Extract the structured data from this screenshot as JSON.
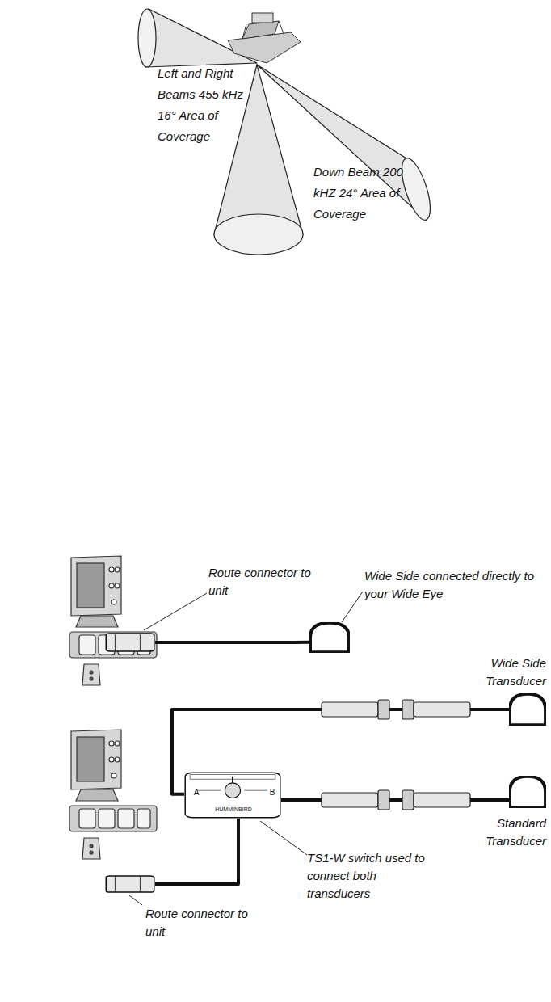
{
  "diagram": {
    "nodes": [
      {
        "text": [
          "Route connector to unit"
        ]
      },
      {
        "text": [
          "Wide Side connected directly to your Wide Eye"
        ]
      },
      {
        "text": [
          "Wide Side Transducer"
        ]
      },
      {
        "text": [
          "Standard Transducer"
        ]
      },
      {
        "text": [
          "TS1-W switch used to connect both transducers"
        ]
      },
      {
        "text": [
          "Route connector to unit"
        ]
      }
    ],
    "edges": [
      {
        "from": 0,
        "to": 1,
        "arrow": "none"
      },
      {
        "from": 4,
        "to": 2,
        "arrow": "none"
      },
      {
        "from": 4,
        "to": 3,
        "arrow": "none"
      },
      {
        "from": 5,
        "to": 4,
        "arrow": "none"
      }
    ],
    "labels": [
      "Left and Right Beams 455 kHz 16° Area of Coverage",
      "Down Beam 200 kHZ 24° Area of Coverage",
      "A",
      "B",
      "HUMMINBIRD"
    ]
  }
}
